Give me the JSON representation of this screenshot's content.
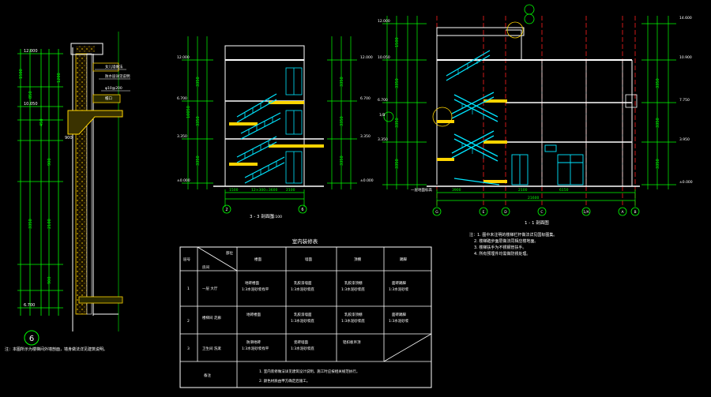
{
  "colors": {
    "background": "#000000",
    "wall": "#ffffff",
    "dimension": "#00ff00",
    "stair": "#00e5ff",
    "axis": "#ff2020",
    "hatch": "#ffd400",
    "table_line": "#ffffff"
  },
  "drawing": {
    "detail_marker": "6",
    "section_33_title": "3 - 3 剖面图",
    "section_33_scale": "1:100",
    "section_11_title": "1 - 1 剖面图",
    "axis_labels_33": [
      "2",
      "6"
    ],
    "axis_labels_11": [
      "G",
      "E",
      "D",
      "C",
      "1/A",
      "A",
      "B"
    ],
    "axis_left_mark": "1/B",
    "elevations_left": [
      "12.000",
      "10.050",
      "6.700",
      "3.350",
      "±0.000"
    ],
    "elevations_right": [
      "14.600",
      "10.900",
      "7.750",
      "3.950",
      "±0.000"
    ],
    "dims_33_bottom": [
      "1500",
      "12×300=3600",
      "2100"
    ],
    "dims_11_bottom": [
      "3900",
      "2100",
      "6150",
      "21600"
    ],
    "ground_label": "一层地面标高",
    "detail_note": "注：本图所示为楼梯间外墙剖面，墙身做法详见建筑说明。"
  },
  "notes": {
    "items": [
      "注：1. 图中未注明的楼梯栏杆做法详见国标图集。",
      "2. 楼梯踏步面层做法同相应楼地面。",
      "3. 楼梯扶手为不锈钢管扶手。",
      "4. 所有预埋件均需做防锈处理。"
    ]
  },
  "table": {
    "title": "室内装修表",
    "diag_top": "部位",
    "diag_bottom": "房间",
    "corner": "层号",
    "headers": [
      "楼面",
      "墙面",
      "顶棚",
      "踢脚"
    ],
    "rows": [
      {
        "no": "1",
        "room": "一层     大厅",
        "cells": [
          [
            "地砖楼面",
            "1:3水泥砂浆找平"
          ],
          [
            "乳胶漆墙面",
            "1:3水泥砂浆底"
          ],
          [
            "乳胶漆顶棚",
            "1:3水泥砂浆底"
          ],
          [
            "面砖踢脚",
            "1:3水泥砂浆"
          ]
        ]
      },
      {
        "no": "2",
        "room": "楼梯间 走廊",
        "cells": [
          [
            "地砖楼面",
            ""
          ],
          [
            "乳胶漆墙面",
            "1:3水泥砂浆底"
          ],
          [
            "乳胶漆顶棚",
            "1:3水泥砂浆底"
          ],
          [
            "面砖踢脚",
            "1:3水泥砂浆"
          ]
        ]
      },
      {
        "no": "3",
        "room": "卫生间 洗漱",
        "cells": [
          [
            "防滑地砖",
            "1:3水泥砂浆找平"
          ],
          [
            "瓷砖墙面",
            "1:3水泥砂浆底"
          ],
          [
            "铝扣板吊顶",
            ""
          ],
          [
            "",
            ""
          ]
        ]
      }
    ],
    "remark_label": "备注",
    "remarks": [
      "1. 室内装修做法详见建筑设计说明，施工时应按相关规范执行。",
      "2. 颜色材质由甲方确定后施工。"
    ]
  }
}
